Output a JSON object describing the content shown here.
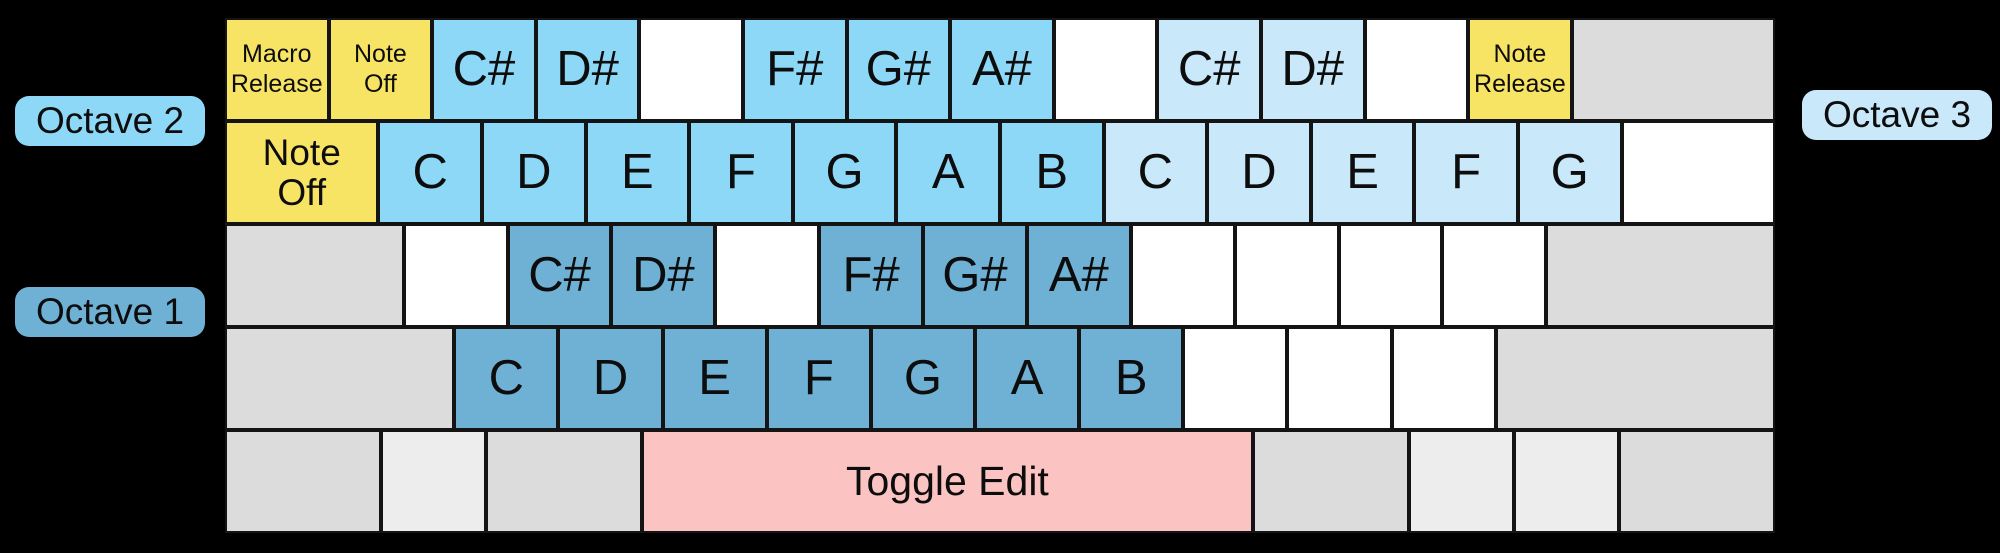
{
  "badges": {
    "octave1": {
      "label": "Octave 1",
      "color": "octave1"
    },
    "octave2": {
      "label": "Octave 2",
      "color": "octave2"
    },
    "octave3": {
      "label": "Octave 3",
      "color": "octave3"
    }
  },
  "colors": {
    "background": "#000000",
    "key_border": "#141414",
    "text": "#0d0d0d",
    "white": "#ffffff",
    "gray": "#dcdcdc",
    "lightgray": "#ededed",
    "yellow": "#f7e464",
    "octave1": "#6fb1d4",
    "octave2": "#8dd8f7",
    "octave3": "#c9e9fb",
    "pink": "#fcc3c3"
  },
  "keyboard": {
    "rows": [
      {
        "keys": [
          {
            "label": "Macro\nRelease",
            "color": "yellow",
            "w": 1,
            "fs": "sm"
          },
          {
            "label": "Note\nOff",
            "color": "yellow",
            "w": 1,
            "fs": "sm"
          },
          {
            "label": "C#",
            "color": "octave2",
            "w": 1,
            "fs": "lg"
          },
          {
            "label": "D#",
            "color": "octave2",
            "w": 1,
            "fs": "lg"
          },
          {
            "label": "",
            "color": "white",
            "w": 1
          },
          {
            "label": "F#",
            "color": "octave2",
            "w": 1,
            "fs": "lg"
          },
          {
            "label": "G#",
            "color": "octave2",
            "w": 1,
            "fs": "lg"
          },
          {
            "label": "A#",
            "color": "octave2",
            "w": 1,
            "fs": "lg"
          },
          {
            "label": "",
            "color": "white",
            "w": 1
          },
          {
            "label": "C#",
            "color": "octave3",
            "w": 1,
            "fs": "lg"
          },
          {
            "label": "D#",
            "color": "octave3",
            "w": 1,
            "fs": "lg"
          },
          {
            "label": "",
            "color": "white",
            "w": 1
          },
          {
            "label": "Note\nRelease",
            "color": "yellow",
            "w": 1,
            "fs": "sm"
          },
          {
            "label": "",
            "color": "gray",
            "w": 2
          }
        ]
      },
      {
        "keys": [
          {
            "label": "Note\nOff",
            "color": "yellow",
            "w": 1.5,
            "fs": "md"
          },
          {
            "label": "C",
            "color": "octave2",
            "w": 1,
            "fs": "lg"
          },
          {
            "label": "D",
            "color": "octave2",
            "w": 1,
            "fs": "lg"
          },
          {
            "label": "E",
            "color": "octave2",
            "w": 1,
            "fs": "lg"
          },
          {
            "label": "F",
            "color": "octave2",
            "w": 1,
            "fs": "lg"
          },
          {
            "label": "G",
            "color": "octave2",
            "w": 1,
            "fs": "lg"
          },
          {
            "label": "A",
            "color": "octave2",
            "w": 1,
            "fs": "lg"
          },
          {
            "label": "B",
            "color": "octave2",
            "w": 1,
            "fs": "lg"
          },
          {
            "label": "C",
            "color": "octave3",
            "w": 1,
            "fs": "lg"
          },
          {
            "label": "D",
            "color": "octave3",
            "w": 1,
            "fs": "lg"
          },
          {
            "label": "E",
            "color": "octave3",
            "w": 1,
            "fs": "lg"
          },
          {
            "label": "F",
            "color": "octave3",
            "w": 1,
            "fs": "lg"
          },
          {
            "label": "G",
            "color": "octave3",
            "w": 1,
            "fs": "lg"
          },
          {
            "label": "",
            "color": "white",
            "w": 1.5
          }
        ]
      },
      {
        "keys": [
          {
            "label": "",
            "color": "gray",
            "w": 1.75
          },
          {
            "label": "",
            "color": "white",
            "w": 1
          },
          {
            "label": "C#",
            "color": "octave1",
            "w": 1,
            "fs": "lg"
          },
          {
            "label": "D#",
            "color": "octave1",
            "w": 1,
            "fs": "lg"
          },
          {
            "label": "",
            "color": "white",
            "w": 1
          },
          {
            "label": "F#",
            "color": "octave1",
            "w": 1,
            "fs": "lg"
          },
          {
            "label": "G#",
            "color": "octave1",
            "w": 1,
            "fs": "lg"
          },
          {
            "label": "A#",
            "color": "octave1",
            "w": 1,
            "fs": "lg"
          },
          {
            "label": "",
            "color": "white",
            "w": 1
          },
          {
            "label": "",
            "color": "white",
            "w": 1
          },
          {
            "label": "",
            "color": "white",
            "w": 1
          },
          {
            "label": "",
            "color": "white",
            "w": 1
          },
          {
            "label": "",
            "color": "gray",
            "w": 2.25
          }
        ]
      },
      {
        "keys": [
          {
            "label": "",
            "color": "gray",
            "w": 2.25
          },
          {
            "label": "C",
            "color": "octave1",
            "w": 1,
            "fs": "lg"
          },
          {
            "label": "D",
            "color": "octave1",
            "w": 1,
            "fs": "lg"
          },
          {
            "label": "E",
            "color": "octave1",
            "w": 1,
            "fs": "lg"
          },
          {
            "label": "F",
            "color": "octave1",
            "w": 1,
            "fs": "lg"
          },
          {
            "label": "G",
            "color": "octave1",
            "w": 1,
            "fs": "lg"
          },
          {
            "label": "A",
            "color": "octave1",
            "w": 1,
            "fs": "lg"
          },
          {
            "label": "B",
            "color": "octave1",
            "w": 1,
            "fs": "lg"
          },
          {
            "label": "",
            "color": "white",
            "w": 1
          },
          {
            "label": "",
            "color": "white",
            "w": 1
          },
          {
            "label": "",
            "color": "white",
            "w": 1
          },
          {
            "label": "",
            "color": "gray",
            "w": 2.75
          }
        ]
      },
      {
        "keys": [
          {
            "label": "",
            "color": "gray",
            "w": 1.5
          },
          {
            "label": "",
            "color": "lightgray",
            "w": 1
          },
          {
            "label": "",
            "color": "gray",
            "w": 1.5
          },
          {
            "label": "Toggle Edit",
            "color": "pink",
            "w": 6,
            "fs": "te"
          },
          {
            "label": "",
            "color": "gray",
            "w": 1.5
          },
          {
            "label": "",
            "color": "lightgray",
            "w": 1
          },
          {
            "label": "",
            "color": "lightgray",
            "w": 1
          },
          {
            "label": "",
            "color": "gray",
            "w": 1.5
          }
        ]
      }
    ]
  }
}
